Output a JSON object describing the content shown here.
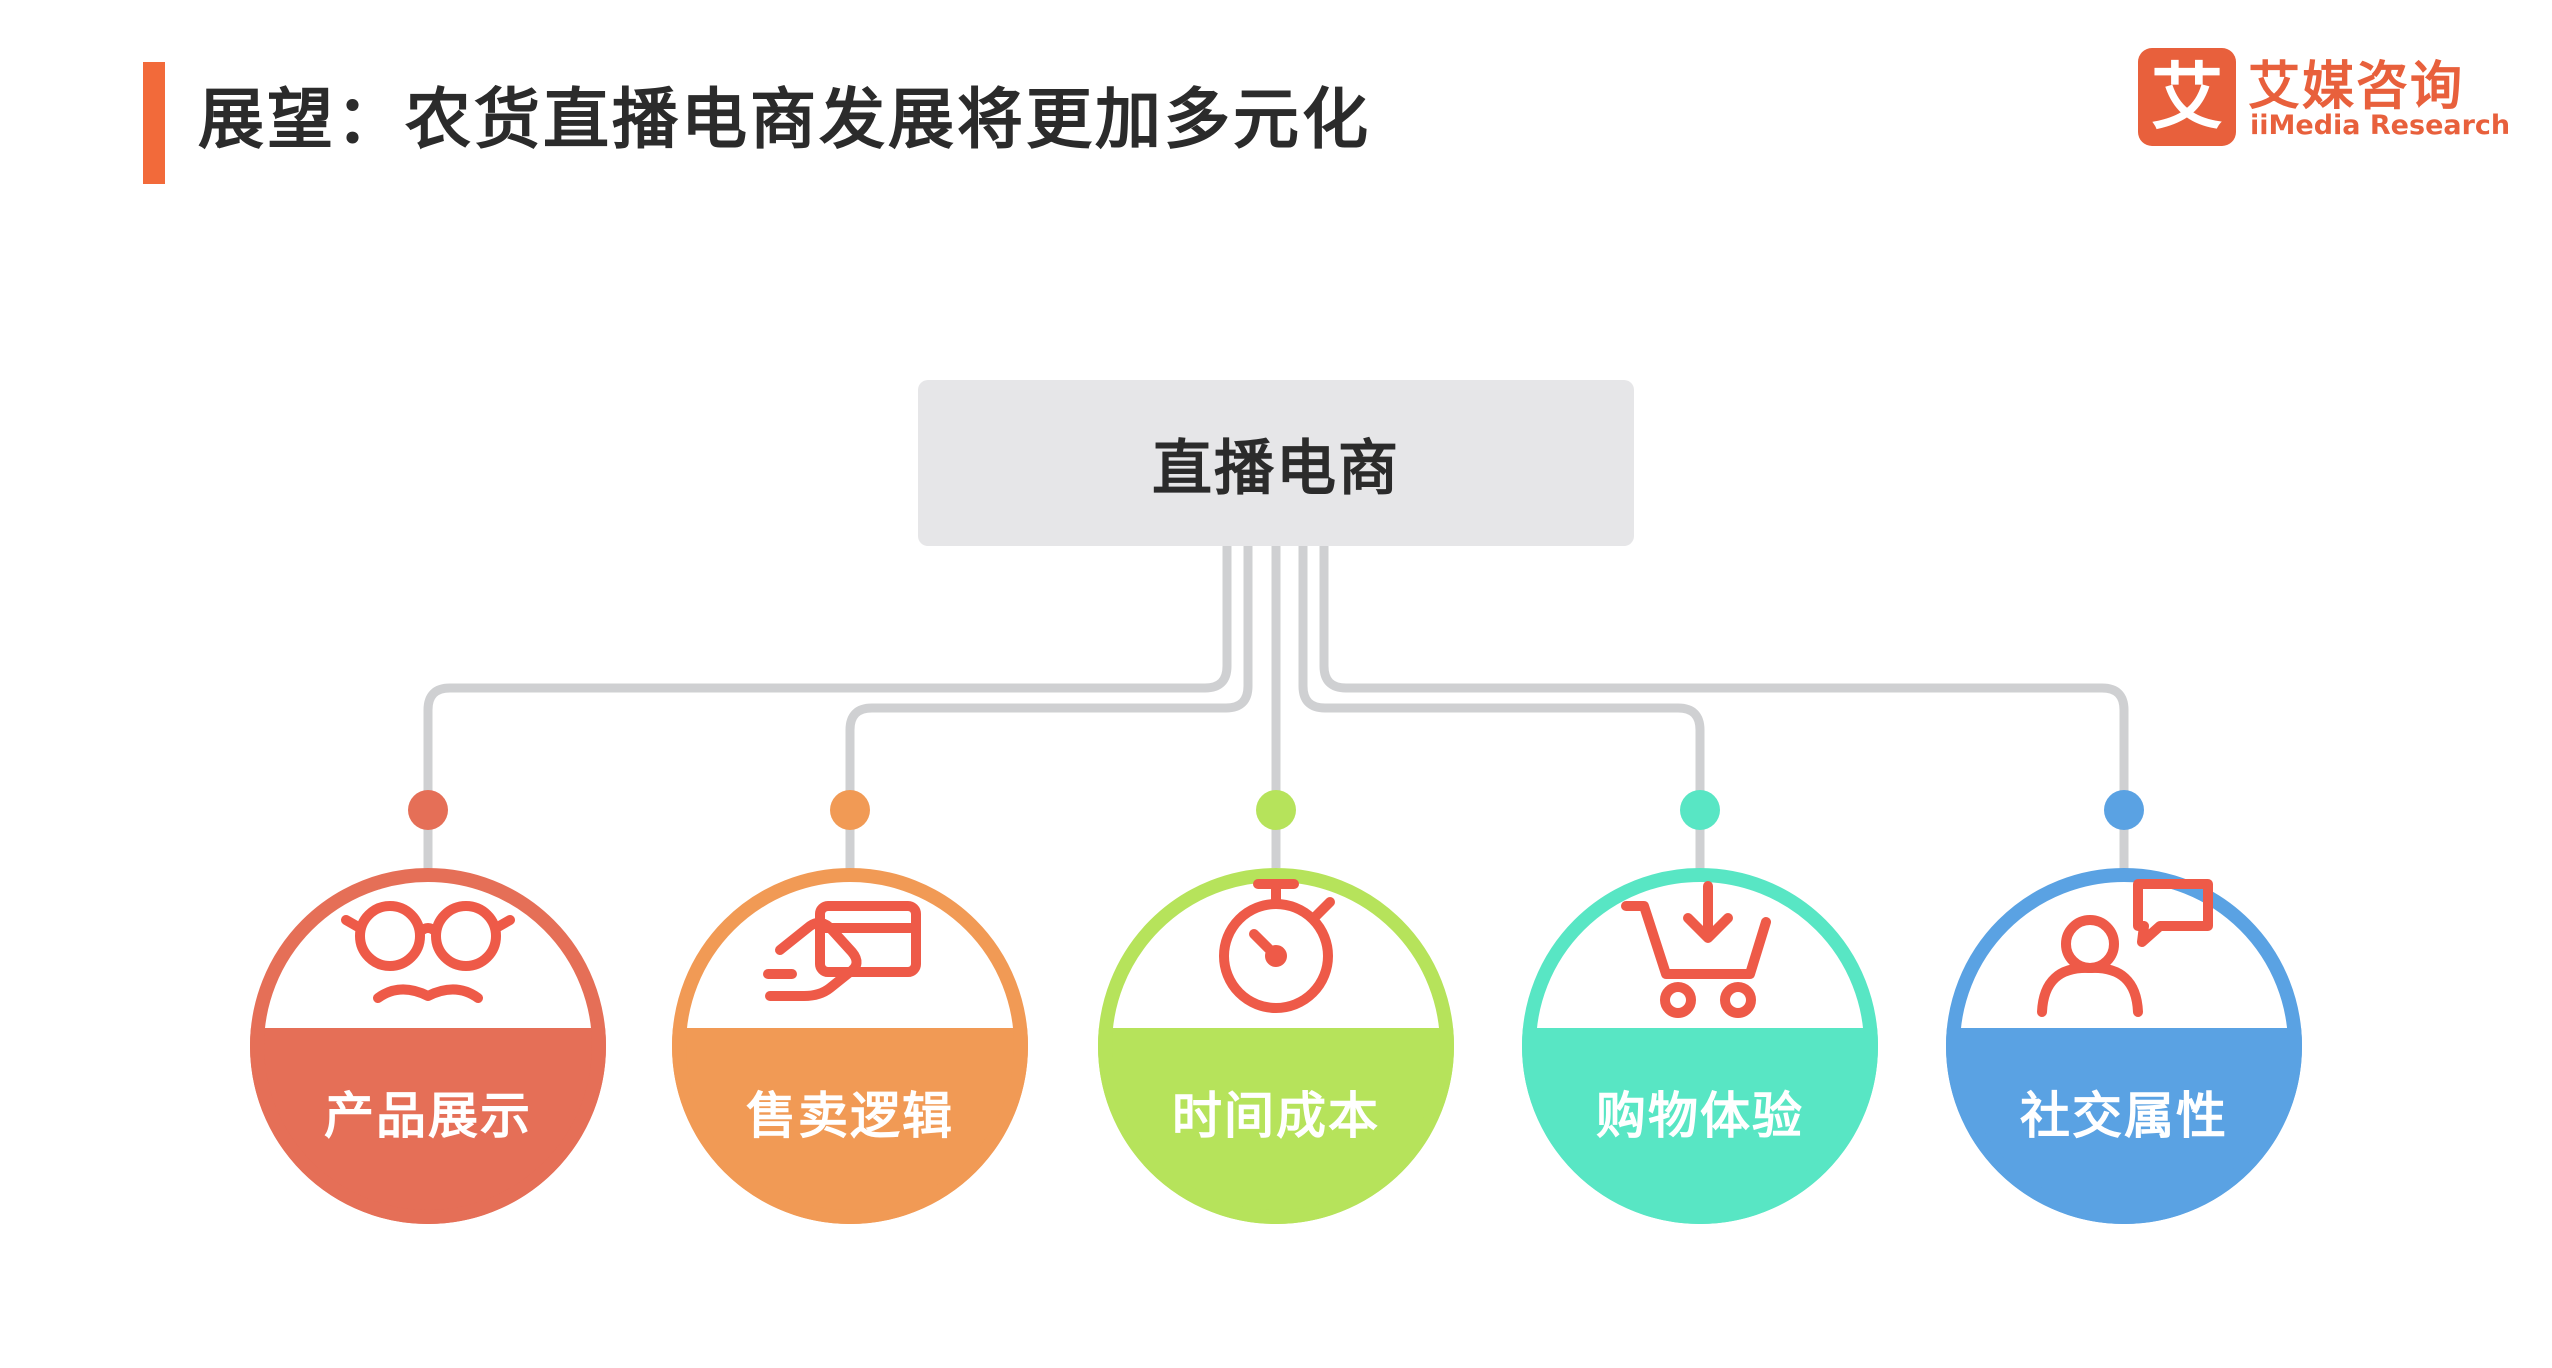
{
  "header": {
    "title": "展望：农货直播电商发展将更加多元化",
    "accent_color": "#f26a3a"
  },
  "logo": {
    "mark": "艾",
    "name_cn": "艾媒咨询",
    "name_en": "iiMedia Research",
    "color": "#e8603c"
  },
  "diagram": {
    "root": {
      "label": "直播电商"
    },
    "connector_color": "#cfd0d2",
    "nodes": [
      {
        "label": "产品展示",
        "icon": "glasses-mustache-icon",
        "color": "#e56f57"
      },
      {
        "label": "售卖逻辑",
        "icon": "hand-card-icon",
        "color": "#f19a55"
      },
      {
        "label": "时间成本",
        "icon": "stopwatch-icon",
        "color": "#b6e35b"
      },
      {
        "label": "购物体验",
        "icon": "shopping-cart-icon",
        "color": "#58e6c4"
      },
      {
        "label": "社交属性",
        "icon": "person-chat-icon",
        "color": "#5aa2e3"
      }
    ],
    "icon_stroke_color": "#ee5a48"
  }
}
